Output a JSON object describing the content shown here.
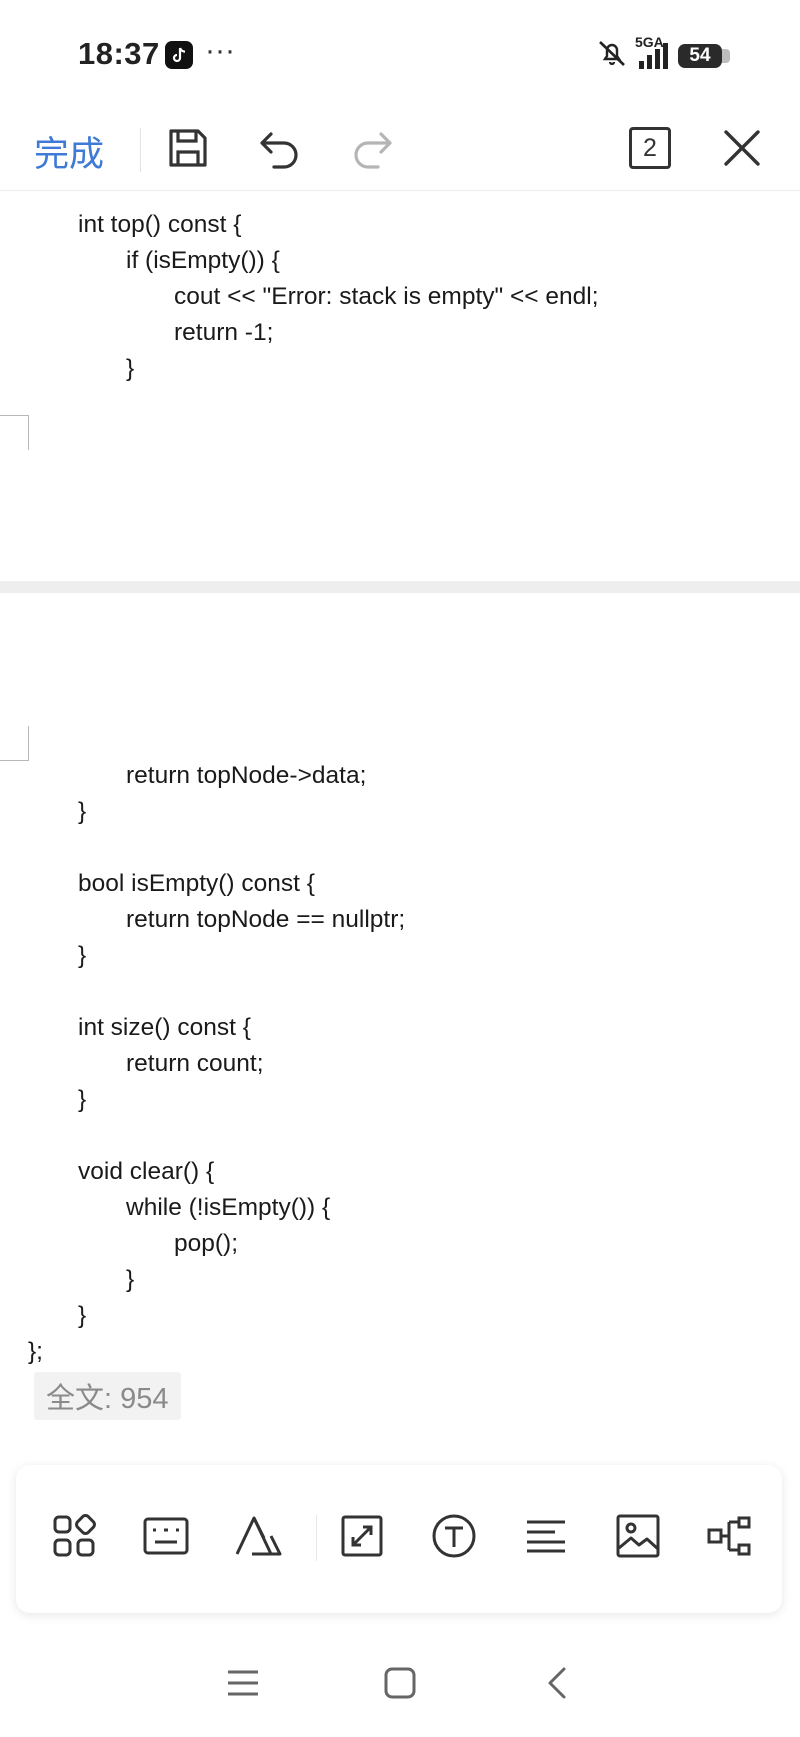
{
  "status_bar": {
    "time": "18:37",
    "more": "···",
    "network": "5GA",
    "battery": "54",
    "icons": [
      "tiktok-icon",
      "mute-icon",
      "signal-icon",
      "battery-icon"
    ]
  },
  "toolbar": {
    "done_label": "完成",
    "page_count": "2",
    "icons": [
      "save-icon",
      "undo-icon",
      "redo-icon",
      "pages-icon",
      "close-icon"
    ]
  },
  "document": {
    "page1_lines": [
      {
        "indent": 1,
        "text": "int top() const {"
      },
      {
        "indent": 2,
        "text": "if (isEmpty()) {"
      },
      {
        "indent": 3,
        "text": "cout << \"Error: stack is empty\" << endl;"
      },
      {
        "indent": 3,
        "text": "return -1;"
      },
      {
        "indent": 2,
        "text": "}"
      }
    ],
    "page2_lines": [
      {
        "indent": 2,
        "text": "return topNode->data;"
      },
      {
        "indent": 1,
        "text": "}"
      },
      {
        "indent": 1,
        "text": ""
      },
      {
        "indent": 1,
        "text": "bool isEmpty() const {"
      },
      {
        "indent": 2,
        "text": "return topNode == nullptr;"
      },
      {
        "indent": 1,
        "text": "}"
      },
      {
        "indent": 1,
        "text": ""
      },
      {
        "indent": 1,
        "text": "int size() const {"
      },
      {
        "indent": 2,
        "text": "return count;"
      },
      {
        "indent": 1,
        "text": "}"
      },
      {
        "indent": 1,
        "text": ""
      },
      {
        "indent": 1,
        "text": "void clear() {"
      },
      {
        "indent": 2,
        "text": "while (!isEmpty()) {"
      },
      {
        "indent": 3,
        "text": "pop();"
      },
      {
        "indent": 2,
        "text": "}"
      },
      {
        "indent": 1,
        "text": "}"
      },
      {
        "indent": 0,
        "text": "};"
      }
    ],
    "word_count": "全文: 954"
  },
  "bottom_tools": {
    "icons": [
      "apps-grid-icon",
      "keyboard-icon",
      "font-style-icon",
      "fit-screen-icon",
      "text-box-icon",
      "align-left-icon",
      "insert-image-icon",
      "mind-map-icon"
    ]
  },
  "nav_bar": {
    "icons": [
      "menu-icon",
      "home-icon",
      "back-icon"
    ]
  },
  "colors": {
    "accent": "#3e7ad6",
    "text": "#1a1a1a",
    "muted": "#8a8a8a"
  }
}
